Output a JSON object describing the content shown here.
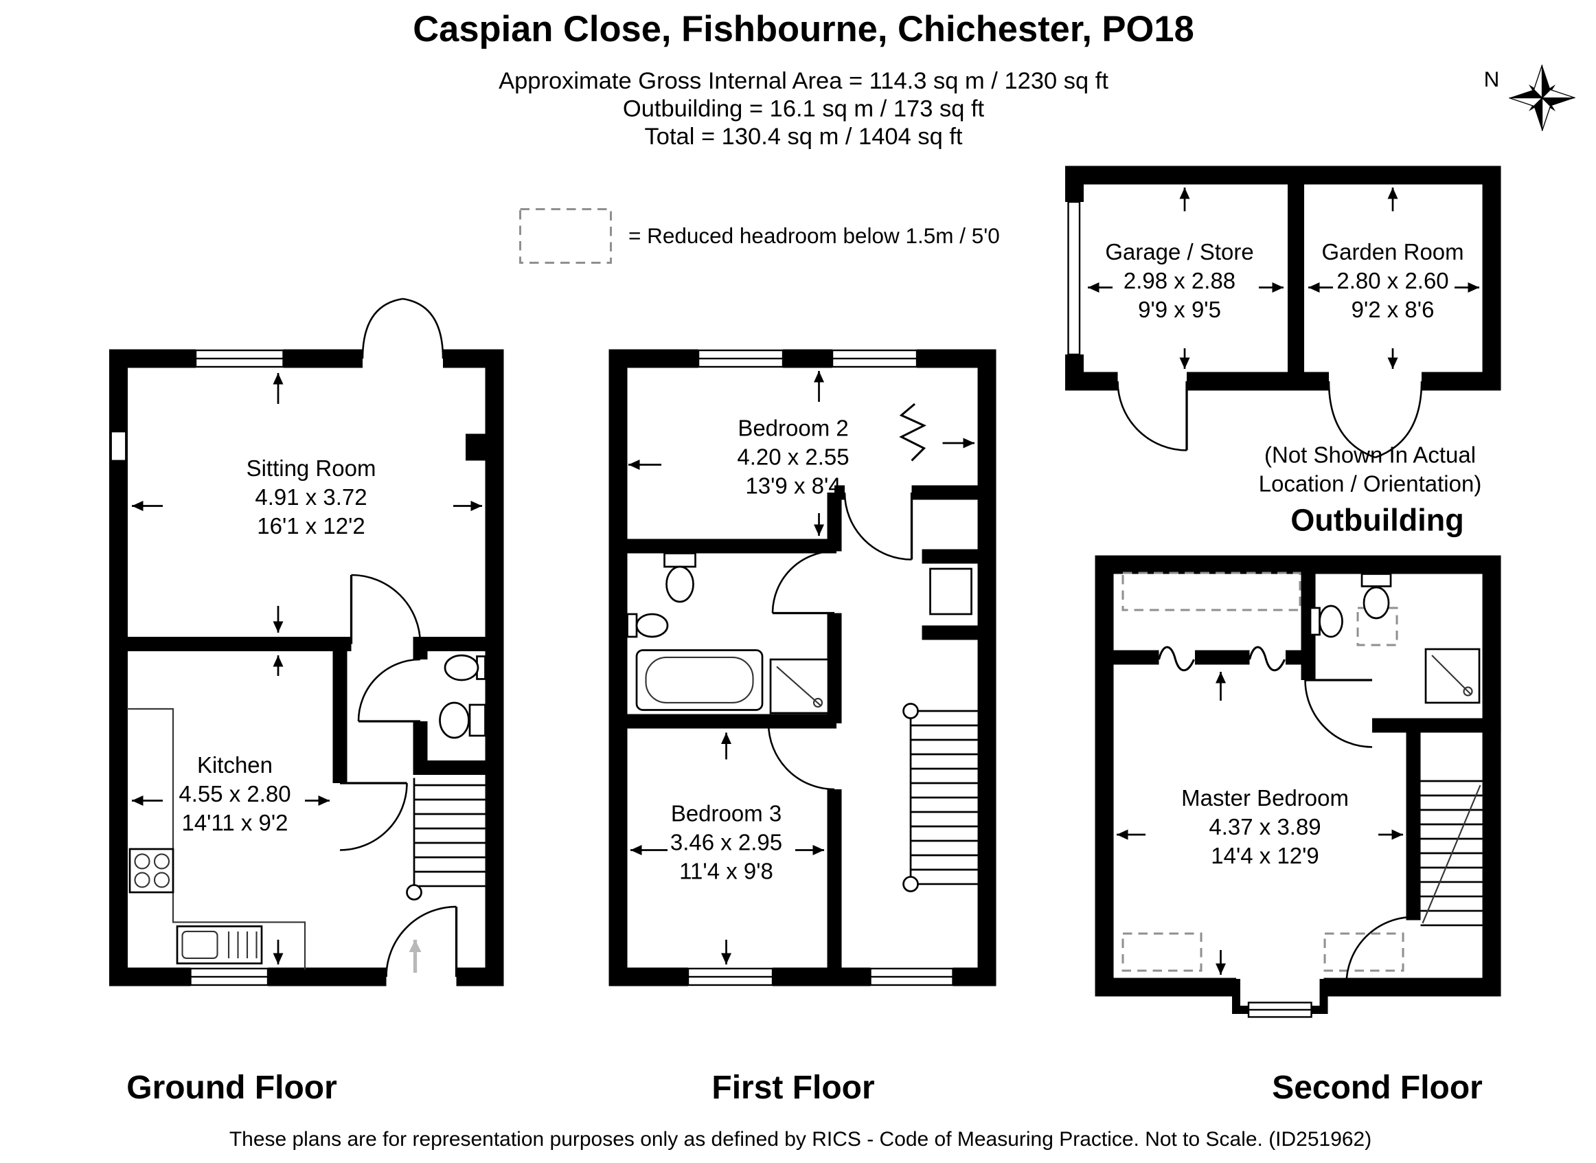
{
  "header": {
    "title": "Caspian Close, Fishbourne, Chichester, PO18",
    "area_line1": "Approximate Gross Internal Area = 114.3 sq m / 1230 sq ft",
    "area_line2": "Outbuilding = 16.1 sq m / 173 sq ft",
    "area_line3": "Total = 130.4 sq m / 1404 sq ft"
  },
  "legend": {
    "reduced_headroom": "= Reduced headroom below 1.5m / 5'0"
  },
  "compass": {
    "north_label": "N"
  },
  "ground_floor": {
    "floor_label": "Ground Floor",
    "sitting_room": {
      "name": "Sitting Room",
      "metric": "4.91 x 3.72",
      "imperial": "16'1 x 12'2"
    },
    "kitchen": {
      "name": "Kitchen",
      "metric": "4.55 x 2.80",
      "imperial": "14'11 x 9'2"
    }
  },
  "first_floor": {
    "floor_label": "First Floor",
    "bedroom2": {
      "name": "Bedroom 2",
      "metric": "4.20 x 2.55",
      "imperial": "13'9 x 8'4"
    },
    "bedroom3": {
      "name": "Bedroom 3",
      "metric": "3.46 x 2.95",
      "imperial": "11'4 x 9'8"
    }
  },
  "second_floor": {
    "floor_label": "Second Floor",
    "master_bedroom": {
      "name": "Master Bedroom",
      "metric": "4.37 x 3.89",
      "imperial": "14'4 x 12'9"
    }
  },
  "outbuilding": {
    "title": "Outbuilding",
    "note_line1": "(Not Shown In Actual",
    "note_line2": "Location / Orientation)",
    "garage_store": {
      "name": "Garage / Store",
      "metric": "2.98 x 2.88",
      "imperial": "9'9 x 9'5"
    },
    "garden_room": {
      "name": "Garden Room",
      "metric": "2.80 x 2.60",
      "imperial": "9'2 x 8'6"
    }
  },
  "footer": {
    "disclaimer": "These plans are for representation purposes only as defined by RICS - Code of Measuring Practice. Not to Scale. (ID251962)"
  },
  "colors": {
    "wall": "#000000",
    "reduced_headroom_dash": "#8f8f8f",
    "entry_arrow": "#b8b8b8"
  }
}
